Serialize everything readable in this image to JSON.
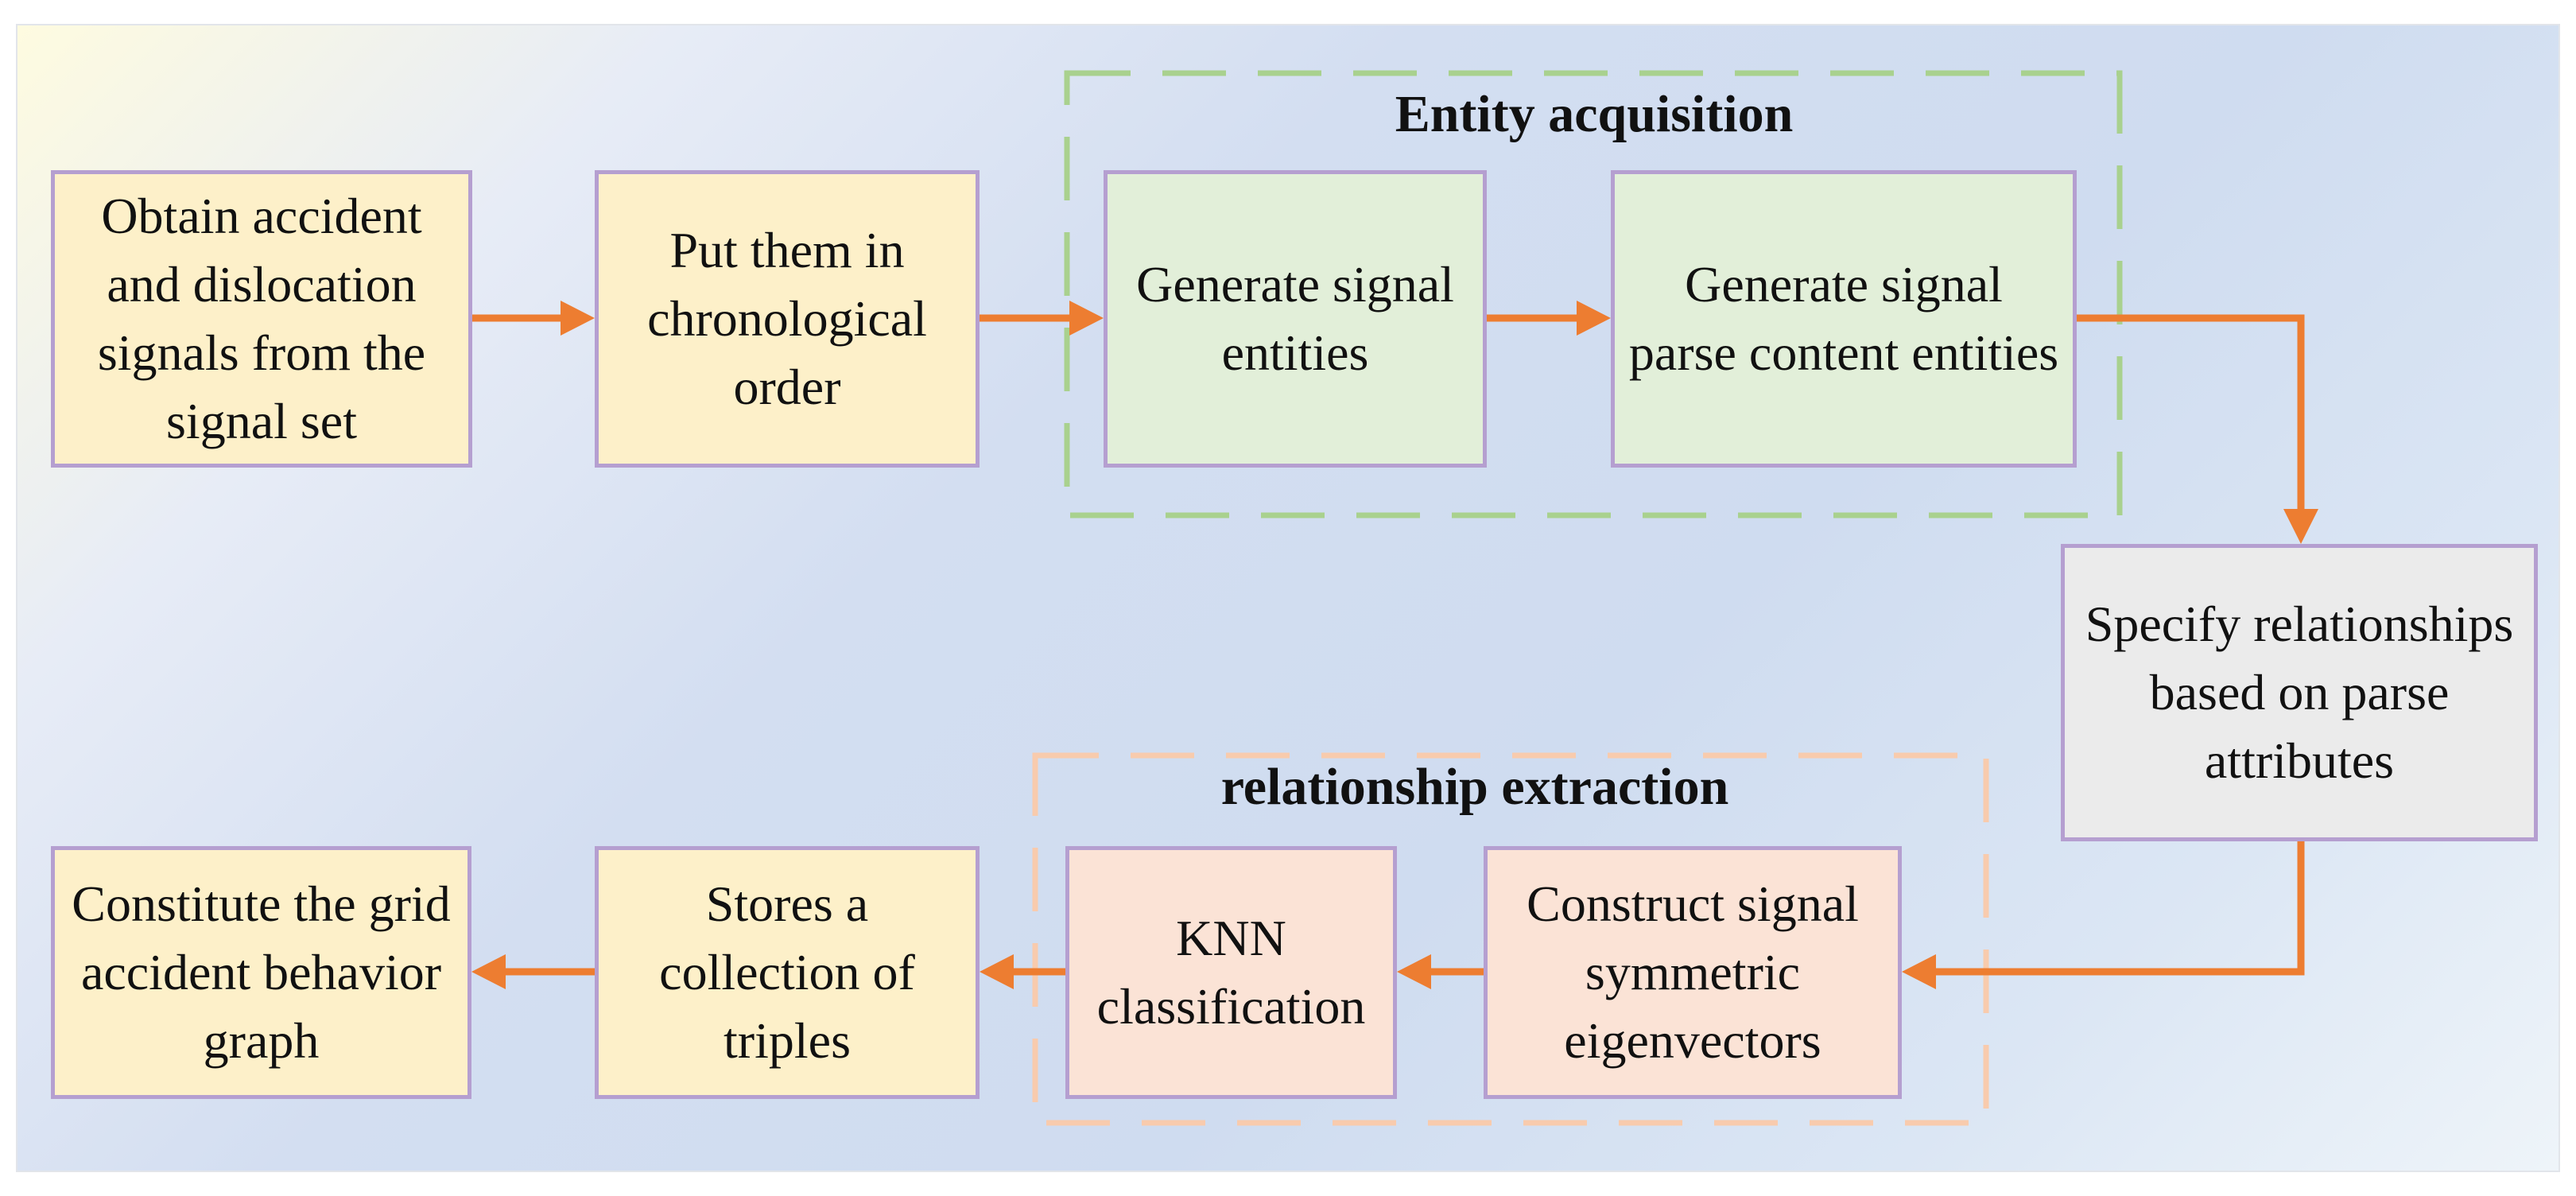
{
  "groups": {
    "entity": {
      "title": "Entity acquisition",
      "border_color": "#a9d18e"
    },
    "relation": {
      "title": "relationship extraction",
      "border_color": "#f8cbad"
    }
  },
  "nodes": {
    "obtain": "Obtain accident and dislocation signals from the signal set",
    "order": "Put them in chronological order",
    "gen_entities": "Generate signal entities",
    "gen_parse": "Generate signal parse content entities",
    "specify": "Specify relationships based on parse attributes",
    "construct": "Construct signal symmetric eigenvectors",
    "knn": "KNN classification",
    "stores": "Stores a collection of triples",
    "constitute": "Constitute the grid accident behavior graph"
  },
  "colors": {
    "arrow": "#ed7d31",
    "node_border": "#b59fd0",
    "yellow_fill": "#fdf0c9",
    "green_fill": "#e2efd9",
    "pink_fill": "#fbe3d6",
    "gray_fill": "#ebebeb"
  }
}
